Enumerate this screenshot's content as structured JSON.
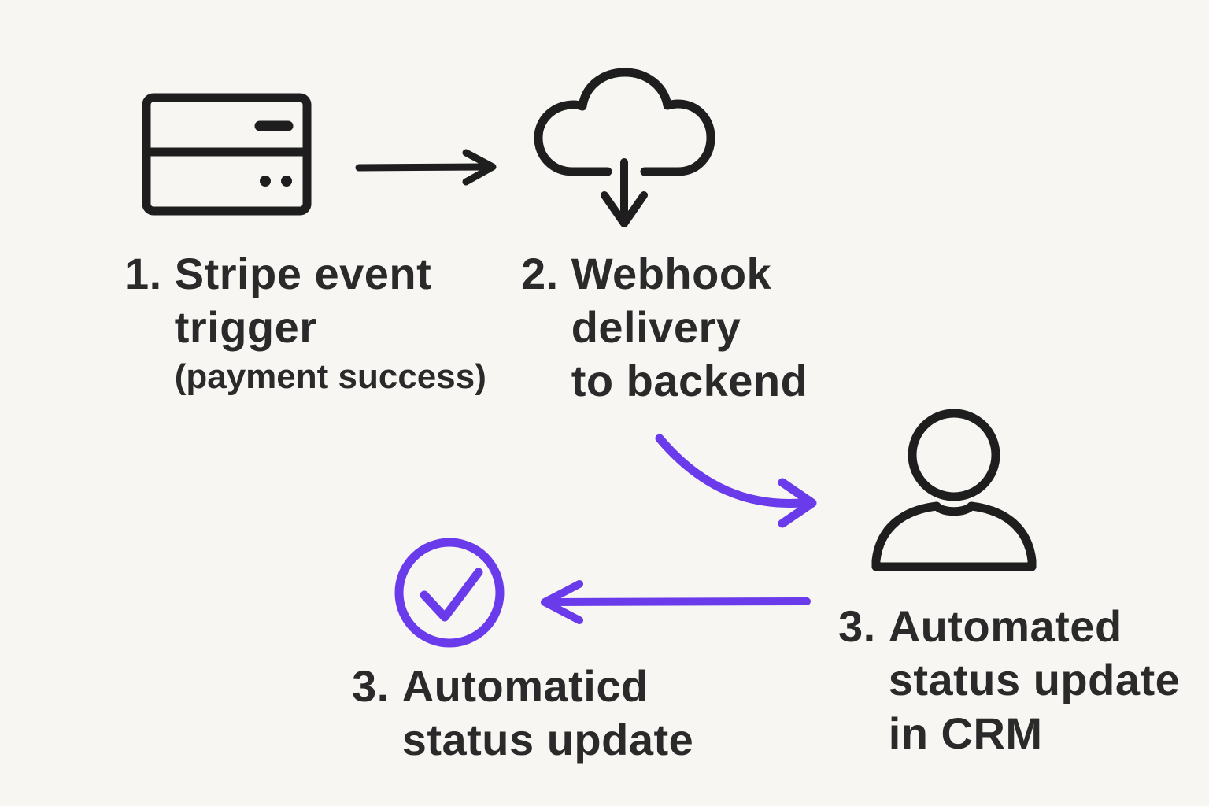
{
  "diagram": {
    "title_hint": "Stripe webhook CRM automation flow",
    "colors": {
      "background": "#f8f6f2",
      "ink": "#1e1e1e",
      "text": "#2a2a2a",
      "accent_purple": "#6a3bea"
    },
    "steps": {
      "stripe": {
        "number": "1.",
        "line1": "Stripe event",
        "line2": "trigger",
        "note": "(payment success)",
        "icon": "credit-card-icon"
      },
      "webhook": {
        "number": "2.",
        "line1": "Webhook",
        "line2": "delivery",
        "line3": "to backend",
        "icon": "cloud-download-icon"
      },
      "status": {
        "number": "3.",
        "line1": "Automaticd",
        "line2": "status update",
        "icon": "check-circle-icon"
      },
      "crm": {
        "number": "3.",
        "line1": "Automated",
        "line2": "status update",
        "line3": "in CRM",
        "icon": "user-icon"
      }
    },
    "connectors": [
      {
        "name": "arrow-right-black",
        "from": "stripe",
        "to": "webhook",
        "color": "#1e1e1e"
      },
      {
        "name": "arrow-curved-purple",
        "from": "webhook",
        "to": "crm",
        "color": "#6a3bea"
      },
      {
        "name": "arrow-left-purple",
        "from": "crm",
        "to": "status",
        "color": "#6a3bea"
      }
    ]
  }
}
